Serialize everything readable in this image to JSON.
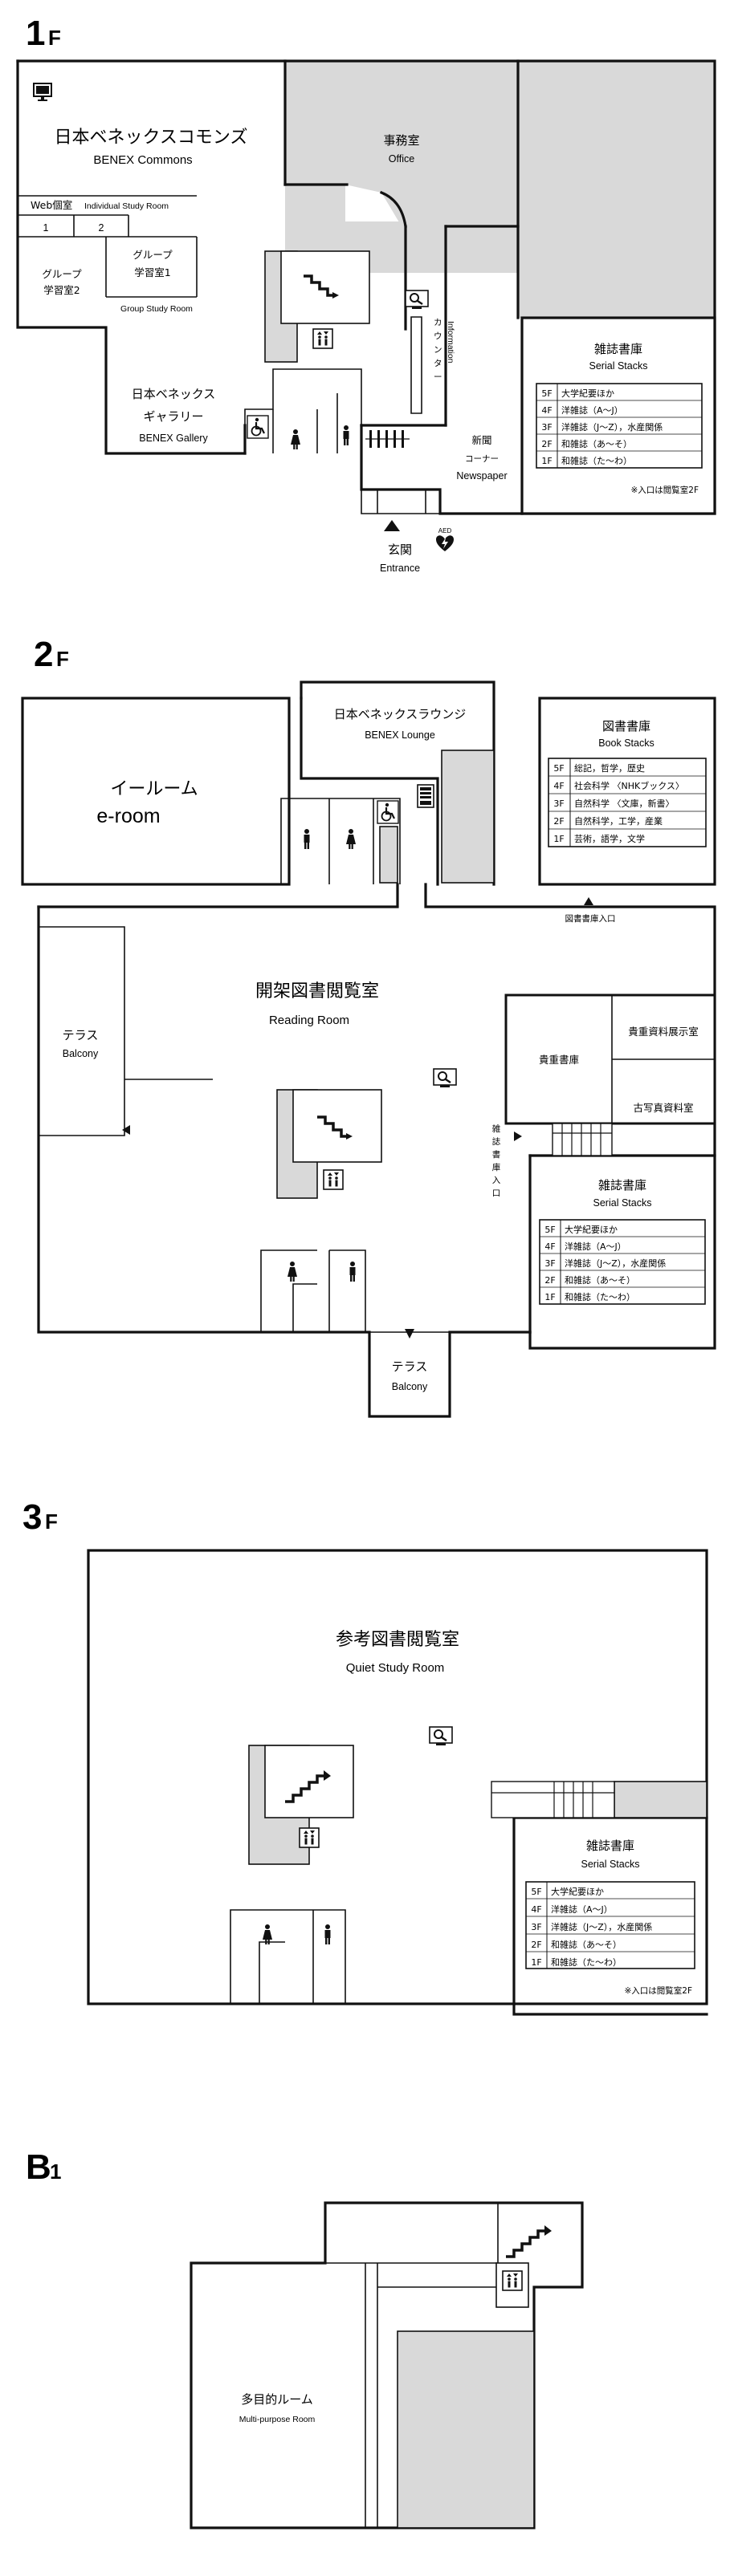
{
  "floors": {
    "f1": {
      "label_big": "1",
      "label_small": "F",
      "commons_jp": "日本ベネックスコモンズ",
      "commons_en": "BENEX Commons",
      "web_room": "Web個室",
      "individual_room": "Individual Study Room",
      "web_room_1": "1",
      "web_room_2": "2",
      "group_jp": "グループ",
      "group2_jp": "学習室2",
      "group1_jp": "学習室1",
      "group_en": "Group Study Room",
      "office_jp": "事務室",
      "office_en": "Office",
      "counter_jp": [
        "カ",
        "ウ",
        "ン",
        "タ",
        "ー"
      ],
      "information": "Information",
      "gallery_jp1": "日本ベネックス",
      "gallery_jp2": "ギャラリー",
      "gallery_en": "BENEX Gallery",
      "newspaper_jp1": "新聞",
      "newspaper_jp2": "コーナー",
      "newspaper_en": "Newspaper",
      "entrance_jp": "玄関",
      "entrance_en": "Entrance",
      "aed": "AED",
      "stacks_jp": "雑誌書庫",
      "stacks_en": "Serial Stacks",
      "stacks_rows": [
        {
          "floor": "5F",
          "desc": "大学紀要ほか"
        },
        {
          "floor": "4F",
          "desc": "洋雑誌（A～J）"
        },
        {
          "floor": "3F",
          "desc": "洋雑誌（J～Z），水産関係"
        },
        {
          "floor": "2F",
          "desc": "和雑誌（あ～そ）"
        },
        {
          "floor": "1F",
          "desc": "和雑誌（た～わ）"
        }
      ],
      "stacks_note": "※入口は閲覧室2F"
    },
    "f2": {
      "label_big": "2",
      "label_small": "F",
      "eroom_jp": "イールーム",
      "eroom_en": "e-room",
      "lounge_jp": "日本ベネックスラウンジ",
      "lounge_en": "BENEX Lounge",
      "book_stacks_jp": "図書書庫",
      "book_stacks_en": "Book Stacks",
      "book_rows": [
        {
          "floor": "5F",
          "desc": "総記，哲学，歴史"
        },
        {
          "floor": "4F",
          "desc": "社会科学 〈NHKブックス〉"
        },
        {
          "floor": "3F",
          "desc": "自然科学 〈文庫，新書〉"
        },
        {
          "floor": "2F",
          "desc": "自然科学，工学，産業"
        },
        {
          "floor": "1F",
          "desc": "芸術，語学，文学"
        }
      ],
      "book_entrance": "図書書庫入口",
      "reading_jp": "開架図書閲覧室",
      "reading_en": "Reading Room",
      "terrace_jp": "テラス",
      "terrace_en": "Balcony",
      "rare_jp": "貴重書庫",
      "rare_exhibit_jp": "貴重資料展示室",
      "photo_jp": "古写真資料室",
      "serial_entrance_jp": [
        "雑",
        "誌",
        "書",
        "庫",
        "入",
        "口"
      ],
      "stacks_jp": "雑誌書庫",
      "stacks_en": "Serial Stacks",
      "stacks_rows": [
        {
          "floor": "5F",
          "desc": "大学紀要ほか"
        },
        {
          "floor": "4F",
          "desc": "洋雑誌（A～J）"
        },
        {
          "floor": "3F",
          "desc": "洋雑誌（J～Z），水産関係"
        },
        {
          "floor": "2F",
          "desc": "和雑誌（あ～そ）"
        },
        {
          "floor": "1F",
          "desc": "和雑誌（た～わ）"
        }
      ]
    },
    "f3": {
      "label_big": "3",
      "label_small": "F",
      "quiet_jp": "参考図書閲覧室",
      "quiet_en": "Quiet Study Room",
      "stacks_jp": "雑誌書庫",
      "stacks_en": "Serial Stacks",
      "stacks_rows": [
        {
          "floor": "5F",
          "desc": "大学紀要ほか"
        },
        {
          "floor": "4F",
          "desc": "洋雑誌（A～J）"
        },
        {
          "floor": "3F",
          "desc": "洋雑誌（J～Z），水産関係"
        },
        {
          "floor": "2F",
          "desc": "和雑誌（あ～そ）"
        },
        {
          "floor": "1F",
          "desc": "和雑誌（た～わ）"
        }
      ],
      "stacks_note": "※入口は閲覧室2F"
    },
    "b1": {
      "label_big": "B",
      "label_small": "1",
      "multi_jp": "多目的ルーム",
      "multi_en": "Multi-purpose Room"
    }
  },
  "colors": {
    "wall": "#111111",
    "fill_gray": "#d9d9d9",
    "background": "#ffffff"
  }
}
